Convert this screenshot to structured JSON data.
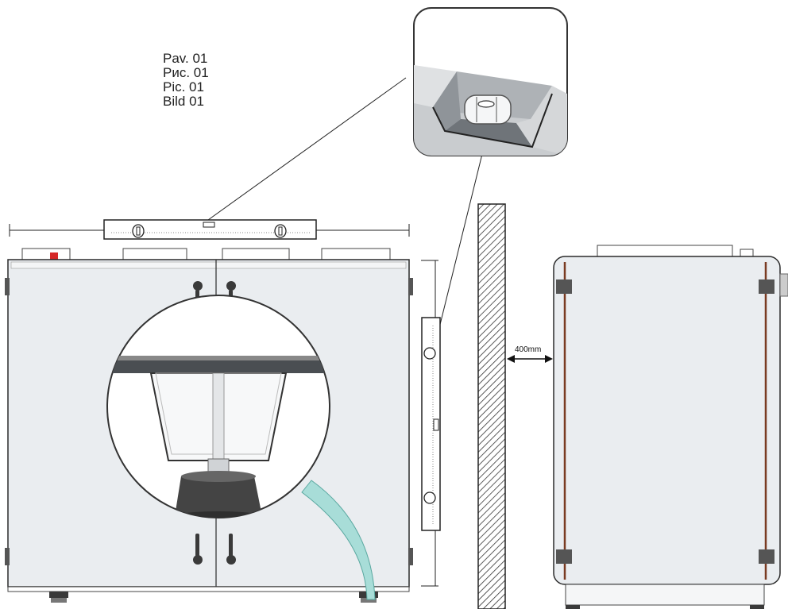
{
  "figure": {
    "caption_lines": [
      "Pav. 01",
      "Рис. 01",
      "Pic. 01",
      "Bild 01"
    ],
    "clearance_label": "400mm"
  },
  "colors": {
    "panel": "#eaedf0",
    "outline": "#2b2b2b",
    "foot": "#3a3a3a",
    "teal": "#a8ddd8",
    "brown_strip": "#7a3b22",
    "wall_hatch": "#444444"
  }
}
